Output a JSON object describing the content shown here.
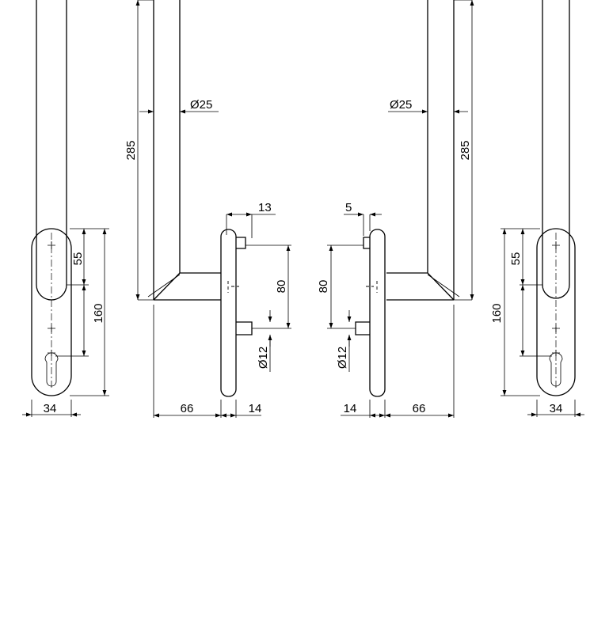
{
  "views": {
    "left_front": {
      "width": "34",
      "height": "160",
      "spacing": "55"
    },
    "left_side": {
      "length": "285",
      "diameter": "Ø25",
      "spindle": "13",
      "spacing": "80",
      "bolt": "Ø12",
      "projection": "66",
      "thickness": "14"
    },
    "right_side": {
      "length": "285",
      "diameter": "Ø25",
      "spindle": "5",
      "spacing": "80",
      "bolt": "Ø12",
      "projection": "66",
      "thickness": "14"
    },
    "right_front": {
      "width": "34",
      "height": "160",
      "spacing": "55"
    }
  }
}
